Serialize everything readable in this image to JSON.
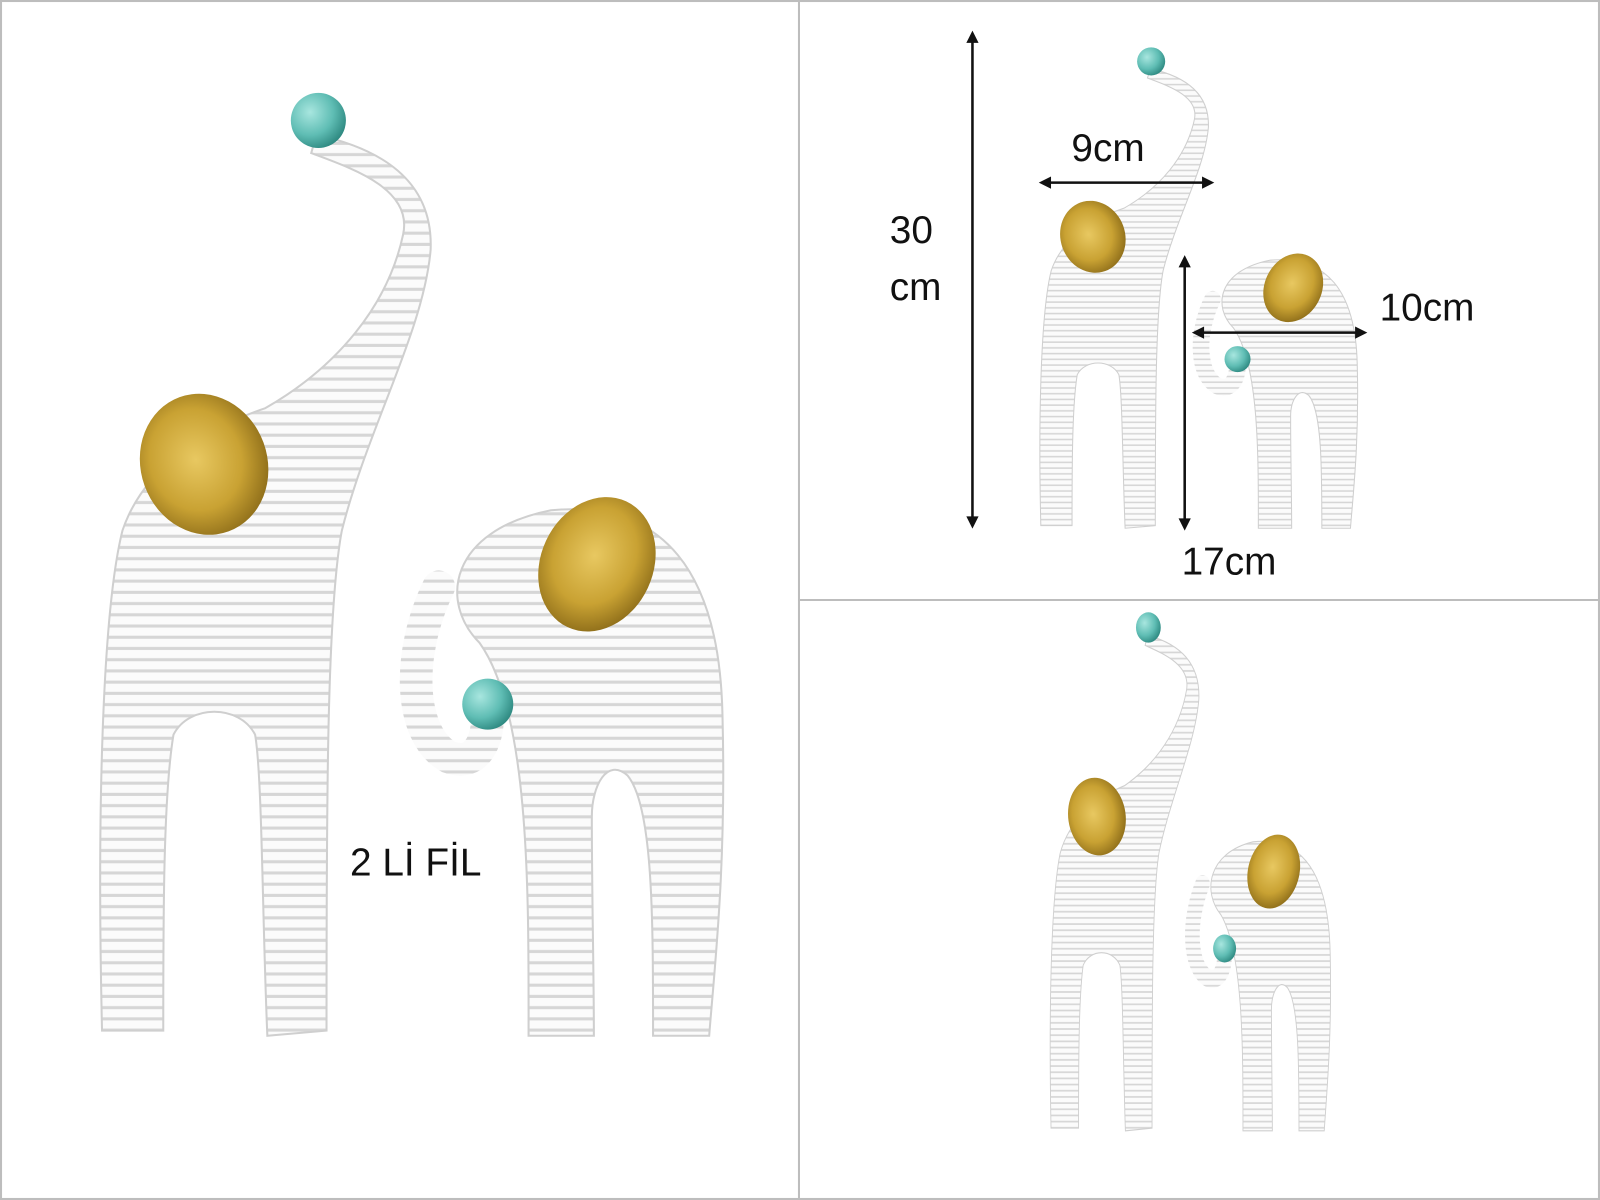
{
  "left_panel": {
    "caption": "2 Lİ FİL"
  },
  "dimensions": {
    "height_value": "30",
    "height_unit": "cm",
    "big_width": "9cm",
    "small_width": "10cm",
    "small_height": "17cm"
  },
  "colors": {
    "body": "#ffffff",
    "stripe": "#d8d8d8",
    "ear_gold": "#c9a233",
    "ball_teal": "#5fbdb4",
    "divider": "#bdbdbd"
  }
}
